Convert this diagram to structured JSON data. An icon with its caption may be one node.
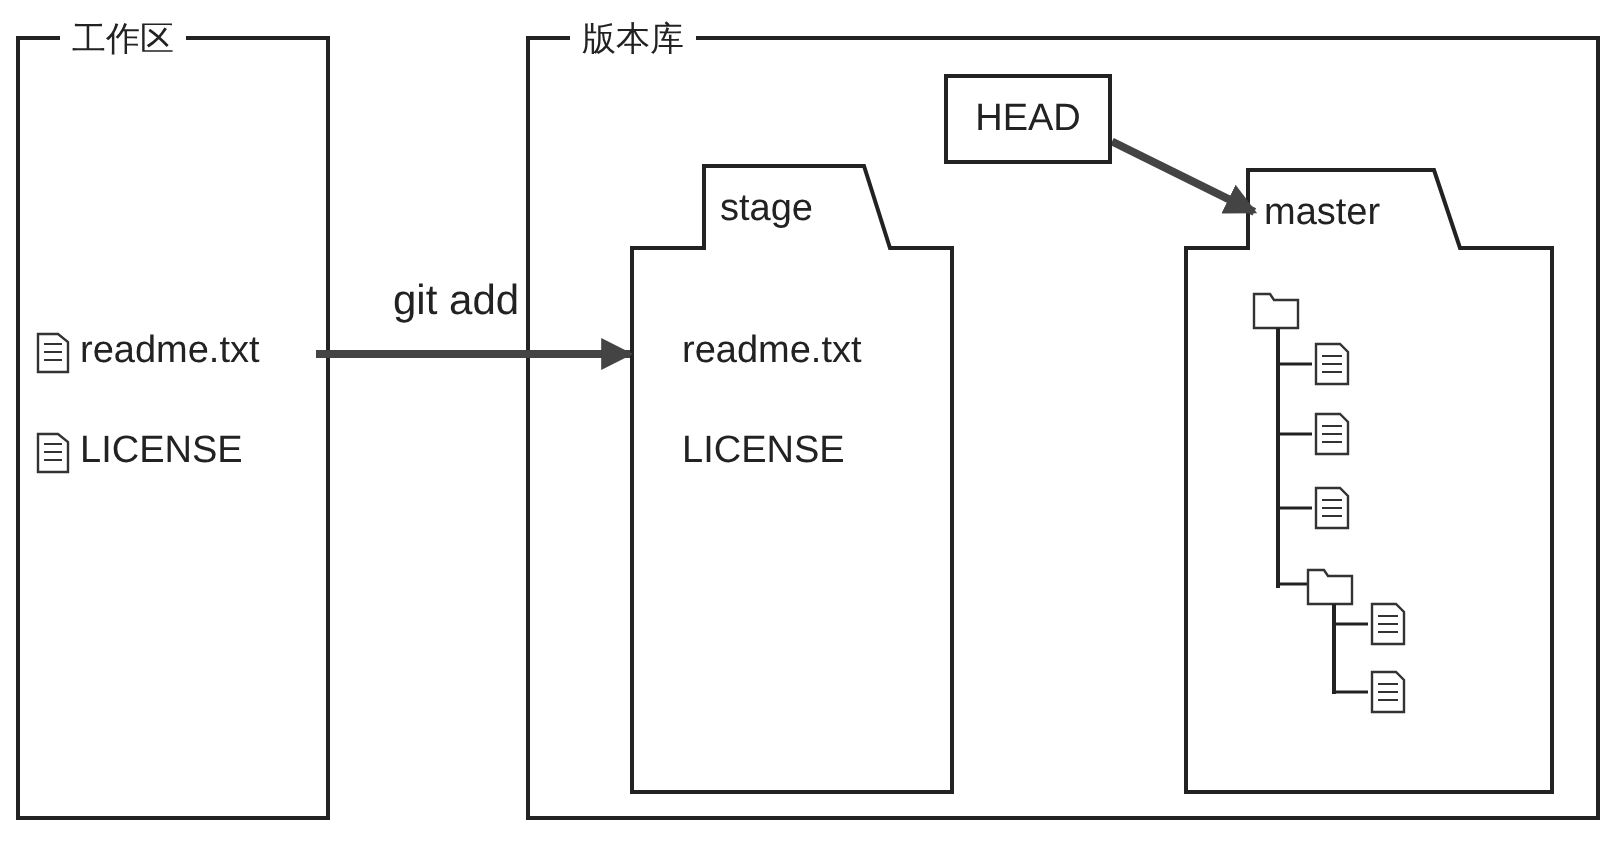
{
  "diagram": {
    "nodes": [
      {
        "text": [
          "工作区"
        ]
      },
      {
        "text": [
          "readme.txt"
        ],
        "in": 0
      },
      {
        "text": [
          "LICENSE"
        ],
        "in": 0
      },
      {
        "text": [
          "版本库"
        ]
      },
      {
        "text": [
          "HEAD"
        ],
        "in": 3
      },
      {
        "text": [
          "stage"
        ],
        "in": 3
      },
      {
        "text": [
          "readme.txt"
        ],
        "in": 5
      },
      {
        "text": [
          "LICENSE"
        ],
        "in": 5
      },
      {
        "text": [
          "master"
        ],
        "in": 3
      }
    ],
    "edges": [
      {
        "from": 1,
        "to": 5,
        "arrow": "to",
        "label": "git add"
      },
      {
        "from": 4,
        "to": 8,
        "arrow": "to"
      }
    ]
  }
}
